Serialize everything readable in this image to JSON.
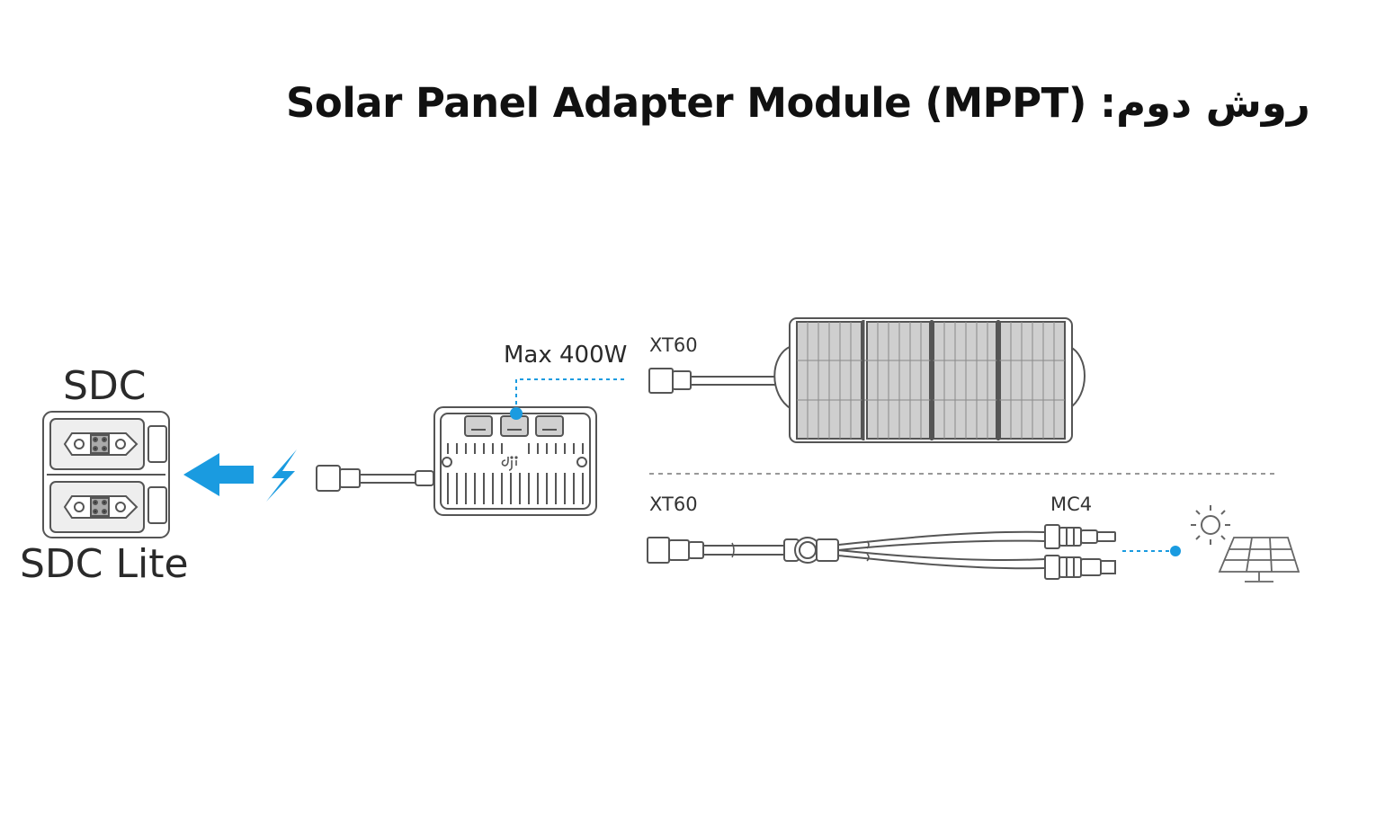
{
  "title": {
    "english": "Solar Panel Adapter Module (MPPT)",
    "persian": "روش دوم:"
  },
  "labels": {
    "sdc": "SDC",
    "sdc_lite": "SDC Lite",
    "max_power": "Max 400W",
    "xt60_top": "XT60",
    "xt60_bottom": "XT60",
    "mc4": "MC4"
  },
  "logo_text": "dji",
  "colors": {
    "accent": "#1a9be0",
    "line": "#555555",
    "panel_fill": "#cfcfcf",
    "text": "#111111"
  }
}
